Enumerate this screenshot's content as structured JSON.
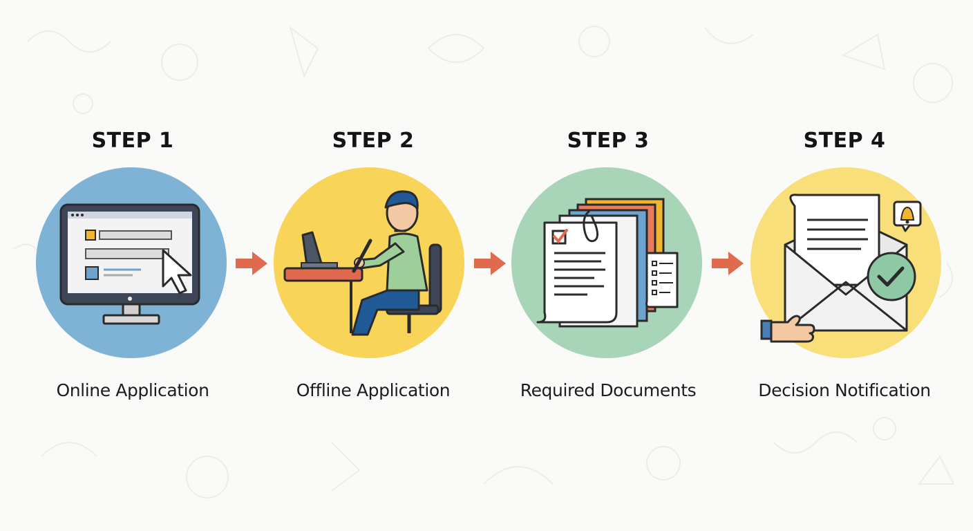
{
  "steps": [
    {
      "title": "STEP 1",
      "label": "Online Application",
      "icon": "computer-monitor-icon",
      "color": "#7eb3d6"
    },
    {
      "title": "STEP 2",
      "label": "Offline Application",
      "icon": "person-writing-icon",
      "color": "#f8d458"
    },
    {
      "title": "STEP 3",
      "label": "Required Documents",
      "icon": "documents-stack-icon",
      "color": "#a8d4b8"
    },
    {
      "title": "STEP 4",
      "label": "Decision Notification",
      "icon": "envelope-check-icon",
      "color": "#f9df7a"
    }
  ],
  "colors": {
    "arrow": "#e06a4e",
    "outline": "#2a2a2a",
    "background": "#fafaf8"
  }
}
